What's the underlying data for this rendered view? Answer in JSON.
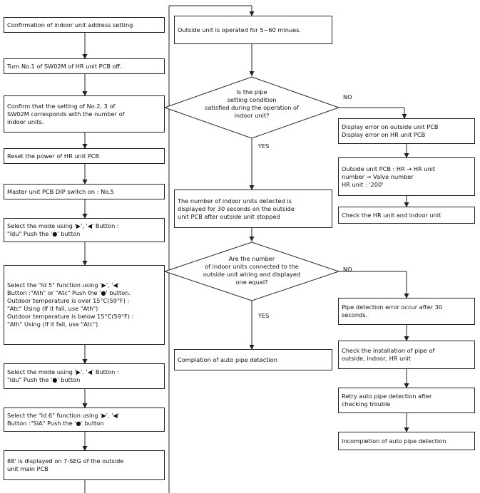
{
  "left_steps": [
    "Confirmation of indoor unit address setting",
    "Turn No.1 of SW02M of HR unit PCB off.",
    "Confirm that the setting of No.2, 3 of\nSW02M corresponds with the number of\nindoor units.",
    "Reset the power of HR unit PCB",
    "Master unit PCB DIP switch on : No.5",
    "Select the mode using '▶', '◀' Button :\n\"Idu\" Push the '●' button",
    "Select the \"Id 5\" function using '▶', '◀'\nButton :\"Ath\" or \"Atc\" Push the '●' button.\nOutdoor temperature is over 15°C(59°F) :\n\"Atc\" Using (If it fail, use \"Ath\")\nOutdoor temperature is below 15°C(59°F) :\n\"Ath\" Using (If it fail, use \"Atc\")",
    "Select the mode using '▶', '◀' Button :\n\"Idu\" Push the '●' button",
    "Select the \"Id 6\" function using '▶', '◀'\nButton :\"SIA\" Push the '●' button",
    "88' is displayed on 7-SEG of the outside\nunit main PCB"
  ],
  "center": {
    "operate": "Outside unit is operated for 5~60 minues.",
    "decision1": "Is the pipe\nsetting condition\nsatisfied during the operation of\nindoor unit?",
    "detected": "The number of indoor units detected is\ndisplayed for 30 seconds on the outside\nunit PCB after outside unit stopped",
    "decision2": "Are the number\nof indoor units connected to the\noutside unit wiring and displayed\none equal?",
    "completion": "Complation of auto pipe detection"
  },
  "right_no1": {
    "display_error": "Display error on outside unit PCB\nDisplay error on HR unit PCB",
    "hr_number": "Outside unit PCB : HR → HR unit\nnumber → Valve number\nHR unit : '200'",
    "check_hr": "Check the HR unit and indoor unit"
  },
  "right_no2": {
    "pipe_error": "Pipe detection error occur after 30\nseconds.",
    "check_install": "Check the installation of pipe of\noutside, indoor, HR unit",
    "retry": "Retry auto pipe detection after\nchecking trouble",
    "incompletion": "Incompletion of auto pipe detection"
  },
  "labels": {
    "no1": "NO",
    "yes1": "YES",
    "no2": "NO",
    "yes2": "YES"
  }
}
